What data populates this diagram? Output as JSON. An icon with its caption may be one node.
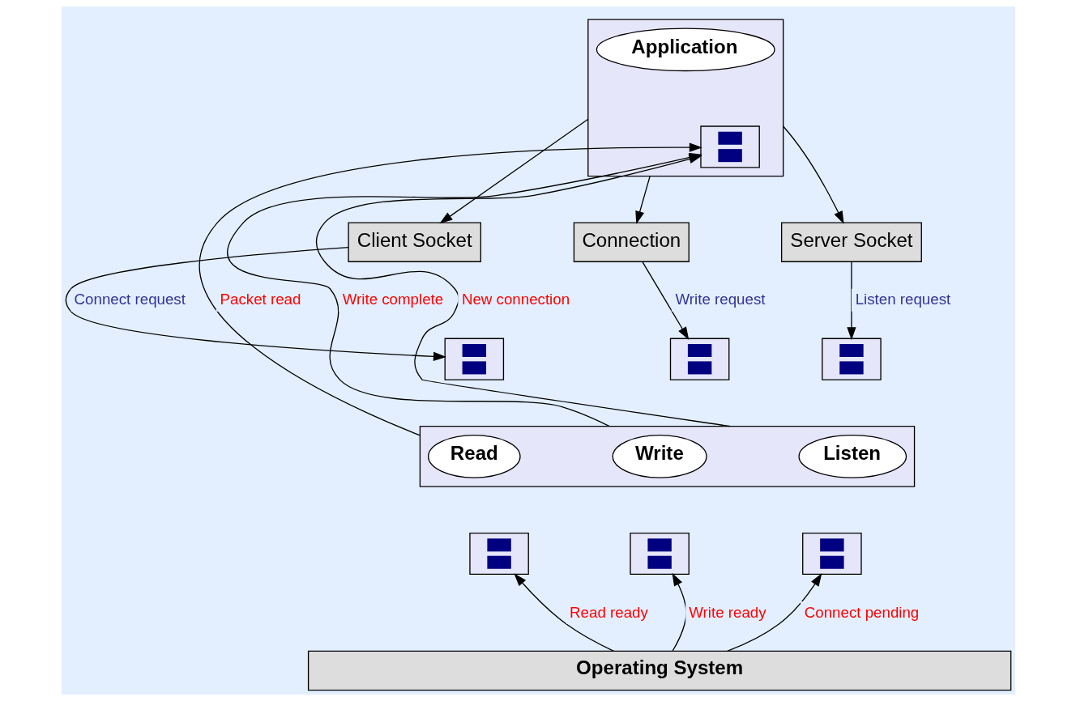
{
  "diagram": {
    "nodes": [
      {
        "text": [],
        "shape": "box"
      },
      {
        "text": [
          "Application"
        ],
        "in": 0
      },
      {
        "text": [],
        "shape": "box",
        "in": 0
      },
      {
        "text": [
          "Client Socket"
        ]
      },
      {
        "text": [
          "Connection"
        ]
      },
      {
        "text": [
          "Server Socket"
        ]
      },
      {
        "text": [],
        "shape": "box"
      },
      {
        "text": [
          "Read"
        ],
        "in": 6
      },
      {
        "text": [
          "Write"
        ],
        "in": 6
      },
      {
        "text": [
          "Listen"
        ],
        "in": 6
      },
      {
        "text": [],
        "shape": "box"
      },
      {
        "text": [],
        "shape": "box"
      },
      {
        "text": [],
        "shape": "box"
      },
      {
        "text": [],
        "shape": "box"
      },
      {
        "text": [],
        "shape": "box"
      },
      {
        "text": [],
        "shape": "box"
      },
      {
        "text": [
          "Operating System"
        ]
      }
    ],
    "edges": [
      {
        "from": 0,
        "to": 3,
        "arrow": "to"
      },
      {
        "from": 0,
        "to": 4,
        "arrow": "to"
      },
      {
        "from": 0,
        "to": 5,
        "arrow": "to"
      },
      {
        "from": 3,
        "to": 10,
        "arrow": "to",
        "label": "Connect request"
      },
      {
        "from": 4,
        "to": 11,
        "arrow": "to",
        "label": "Write request"
      },
      {
        "from": 5,
        "to": 12,
        "arrow": "to",
        "label": "Listen request"
      },
      {
        "from": 6,
        "to": 2,
        "arrow": "to",
        "label": "Packet read"
      },
      {
        "from": 6,
        "to": 2,
        "arrow": "to",
        "label": "Write complete"
      },
      {
        "from": 6,
        "to": 2,
        "arrow": "to",
        "label": "New connection"
      },
      {
        "from": 16,
        "to": 13,
        "arrow": "to",
        "label": "Read ready"
      },
      {
        "from": 16,
        "to": 14,
        "arrow": "to",
        "label": "Write ready"
      },
      {
        "from": 16,
        "to": 15,
        "arrow": "to",
        "label": "Connect pending"
      }
    ]
  }
}
